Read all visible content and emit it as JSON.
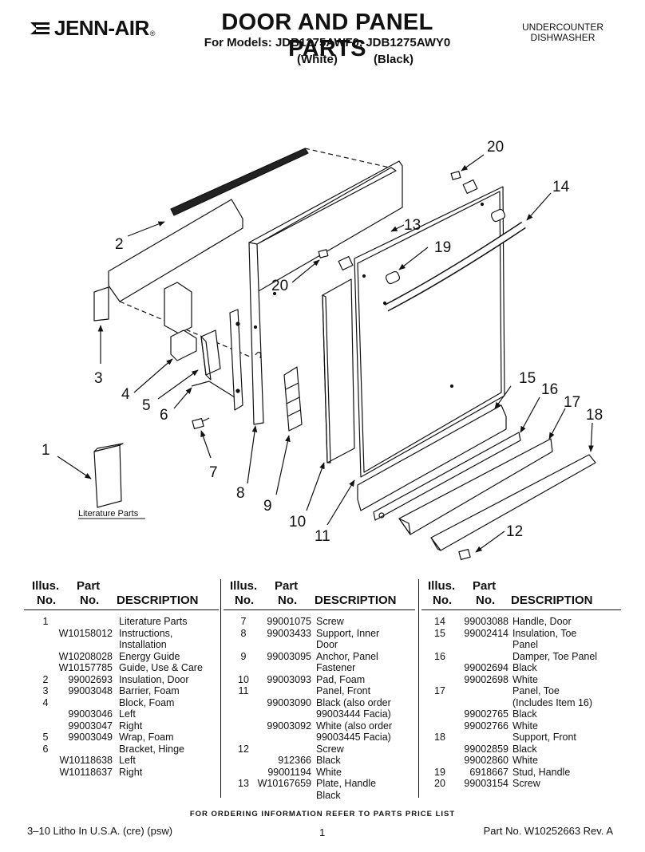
{
  "header": {
    "brand": "JENN-AIR",
    "brand_suffix": "®",
    "title": "DOOR AND PANEL PARTS",
    "models": "For Models: JDB1275AWF0, JDB1275AWY0",
    "color_1": "(White)",
    "color_2": "(Black)",
    "appliance_line1": "UNDERCOUNTER",
    "appliance_line2": "DISHWASHER"
  },
  "diagram": {
    "literature_label": "Literature Parts",
    "callouts": [
      "1",
      "2",
      "3",
      "4",
      "5",
      "6",
      "7",
      "8",
      "9",
      "10",
      "11",
      "12",
      "13",
      "14",
      "15",
      "16",
      "17",
      "18",
      "19",
      "20"
    ]
  },
  "table": {
    "headers": {
      "illus": "Illus.",
      "no": "No.",
      "part": "Part",
      "description": "DESCRIPTION"
    },
    "col1": [
      {
        "illus": "1",
        "part": "",
        "desc": "Literature Parts"
      },
      {
        "illus": "",
        "part": "W10158012",
        "desc": "Instructions,"
      },
      {
        "illus": "",
        "part": "",
        "desc": "Installation"
      },
      {
        "illus": "",
        "part": "W10208028",
        "desc": "Energy Guide"
      },
      {
        "illus": "",
        "part": "W10157785",
        "desc": "Guide, Use & Care"
      },
      {
        "illus": "2",
        "part": "99002693",
        "desc": "Insulation, Door"
      },
      {
        "illus": "3",
        "part": "99003048",
        "desc": "Barrier, Foam"
      },
      {
        "illus": "4",
        "part": "",
        "desc": "Block, Foam"
      },
      {
        "illus": "",
        "part": "99003046",
        "desc": "Left"
      },
      {
        "illus": "",
        "part": "99003047",
        "desc": "Right"
      },
      {
        "illus": "5",
        "part": "99003049",
        "desc": "Wrap, Foam"
      },
      {
        "illus": "6",
        "part": "",
        "desc": "Bracket, Hinge"
      },
      {
        "illus": "",
        "part": "W10118638",
        "desc": "Left"
      },
      {
        "illus": "",
        "part": "W10118637",
        "desc": "Right"
      }
    ],
    "col2": [
      {
        "illus": "7",
        "part": "99001075",
        "desc": "Screw"
      },
      {
        "illus": "8",
        "part": "99003433",
        "desc": "Support, Inner"
      },
      {
        "illus": "",
        "part": "",
        "desc": "Door"
      },
      {
        "illus": "9",
        "part": "99003095",
        "desc": "Anchor, Panel"
      },
      {
        "illus": "",
        "part": "",
        "desc": "Fastener"
      },
      {
        "illus": "10",
        "part": "99003093",
        "desc": "Pad, Foam"
      },
      {
        "illus": "11",
        "part": "",
        "desc": "Panel, Front"
      },
      {
        "illus": "",
        "part": "99003090",
        "desc": "Black (also order"
      },
      {
        "illus": "",
        "part": "",
        "desc": "99003444 Facia)"
      },
      {
        "illus": "",
        "part": "99003092",
        "desc": "White (also order"
      },
      {
        "illus": "",
        "part": "",
        "desc": "99003445 Facia)"
      },
      {
        "illus": "12",
        "part": "",
        "desc": "Screw"
      },
      {
        "illus": "",
        "part": "912366",
        "desc": "Black"
      },
      {
        "illus": "",
        "part": "99001194",
        "desc": "White"
      },
      {
        "illus": "13",
        "part": "W10167659",
        "desc": "Plate, Handle"
      },
      {
        "illus": "",
        "part": "",
        "desc": "Black"
      }
    ],
    "col3": [
      {
        "illus": "14",
        "part": "99003088",
        "desc": "Handle, Door"
      },
      {
        "illus": "15",
        "part": "99002414",
        "desc": "Insulation, Toe"
      },
      {
        "illus": "",
        "part": "",
        "desc": "Panel"
      },
      {
        "illus": "16",
        "part": "",
        "desc": "Damper, Toe Panel"
      },
      {
        "illus": "",
        "part": "99002694",
        "desc": "Black"
      },
      {
        "illus": "",
        "part": "99002698",
        "desc": "White"
      },
      {
        "illus": "17",
        "part": "",
        "desc": "Panel, Toe"
      },
      {
        "illus": "",
        "part": "",
        "desc": "(Includes Item 16)"
      },
      {
        "illus": "",
        "part": "99002765",
        "desc": "Black"
      },
      {
        "illus": "",
        "part": "99002766",
        "desc": "White"
      },
      {
        "illus": "18",
        "part": "",
        "desc": "Support, Front"
      },
      {
        "illus": "",
        "part": "99002859",
        "desc": "Black"
      },
      {
        "illus": "",
        "part": "99002860",
        "desc": "White"
      },
      {
        "illus": "19",
        "part": "6918667",
        "desc": "Stud, Handle"
      },
      {
        "illus": "20",
        "part": "99003154",
        "desc": "Screw"
      }
    ]
  },
  "footer": {
    "ordering": "FOR ORDERING INFORMATION REFER TO PARTS PRICE LIST",
    "litho": "3–10 Litho In U.S.A. (cre) (psw)",
    "page": "1",
    "part_no": "Part No. W10252663 Rev. A"
  }
}
